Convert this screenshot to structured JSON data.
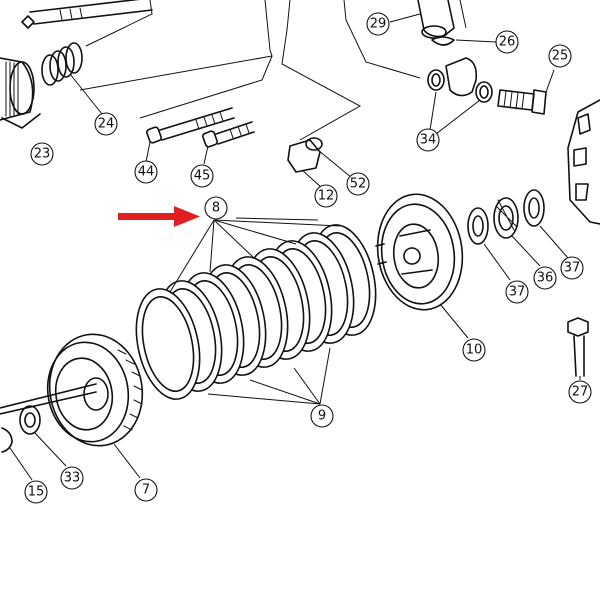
{
  "accent_color": "#e02020",
  "callouts": [
    {
      "id": "c29",
      "label": "29"
    },
    {
      "id": "c26",
      "label": "26"
    },
    {
      "id": "c25",
      "label": "25"
    },
    {
      "id": "c24",
      "label": "24"
    },
    {
      "id": "c23",
      "label": "23"
    },
    {
      "id": "c34",
      "label": "34"
    },
    {
      "id": "c44",
      "label": "44"
    },
    {
      "id": "c45",
      "label": "45"
    },
    {
      "id": "c12",
      "label": "12"
    },
    {
      "id": "c52",
      "label": "52"
    },
    {
      "id": "c8",
      "label": "8"
    },
    {
      "id": "c37a",
      "label": "37"
    },
    {
      "id": "c36",
      "label": "36"
    },
    {
      "id": "c37b",
      "label": "37"
    },
    {
      "id": "c10",
      "label": "10"
    },
    {
      "id": "c9",
      "label": "9"
    },
    {
      "id": "c27",
      "label": "27"
    },
    {
      "id": "c15",
      "label": "15"
    },
    {
      "id": "c33",
      "label": "33"
    },
    {
      "id": "c7",
      "label": "7"
    }
  ]
}
